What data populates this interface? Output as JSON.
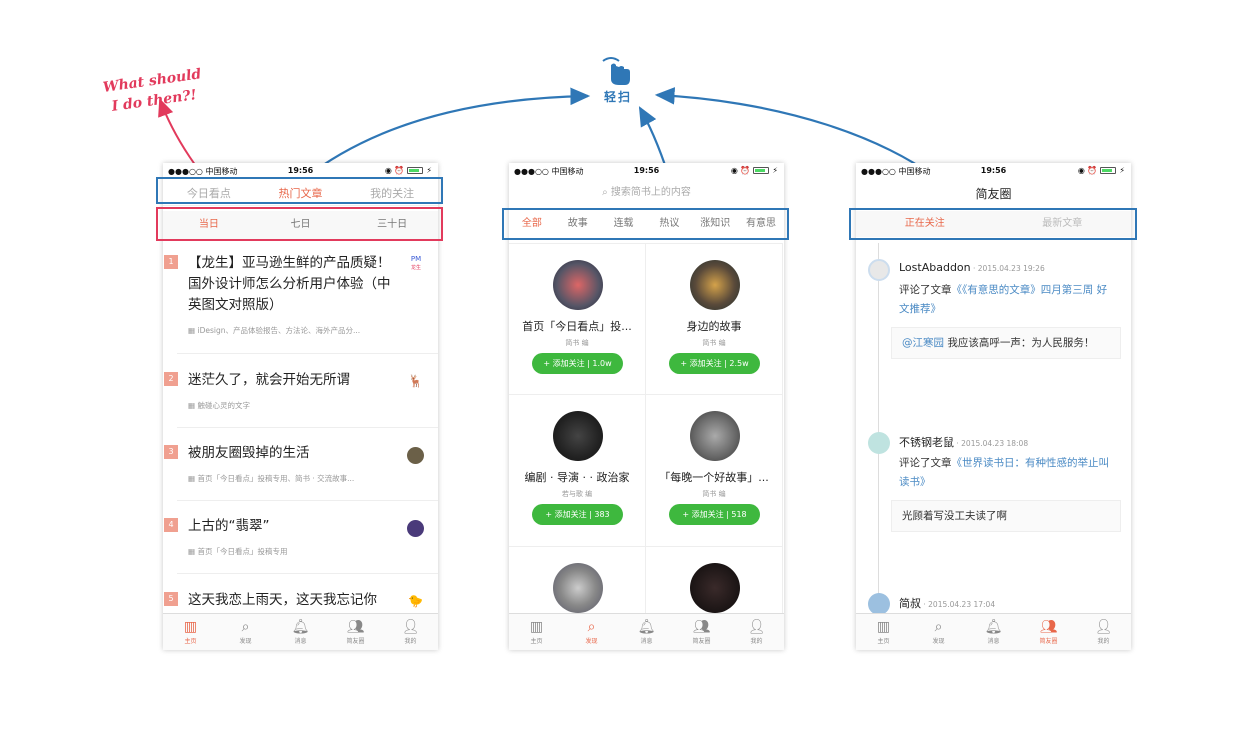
{
  "status": {
    "carrier": "●●●○○ 中国移动",
    "time": "19:56"
  },
  "annotation": {
    "swipe_label": "轻扫",
    "question_line1": "What should",
    "question_line2": "I do then?!"
  },
  "tabbar": [
    "主页",
    "发现",
    "消息",
    "简友圈",
    "我的"
  ],
  "phone1": {
    "tabs": [
      "今日看点",
      "热门文章",
      "我的关注"
    ],
    "subtabs": [
      "当日",
      "七日",
      "三十日"
    ],
    "articles": [
      {
        "num": "1",
        "title": "【龙生】亚马逊生鲜的产品质疑！国外设计师怎么分析用户体验（中英图文对照版）",
        "meta": "iDesign、产品体验报告、方法论、海外产品分...",
        "thumb": "PM\n龙生"
      },
      {
        "num": "2",
        "title": "迷茫久了，就会开始无所谓",
        "meta": "触碰心灵的文字"
      },
      {
        "num": "3",
        "title": "被朋友圈毁掉的生活",
        "meta": "首页「今日看点」投稿专用、简书 · 交流故事..."
      },
      {
        "num": "4",
        "title": "上古的“翡翠”",
        "meta": "首页「今日看点」投稿专用"
      },
      {
        "num": "5",
        "title": "这天我恋上雨天，这天我忘记你",
        "meta": ""
      }
    ]
  },
  "phone2": {
    "search_placeholder": "搜索简书上的内容",
    "categories": [
      "全部",
      "故事",
      "连载",
      "热议",
      "涨知识",
      "有意思"
    ],
    "collections": [
      {
        "name": "首页「今日看点」投...",
        "by": "简书 编",
        "btn": "+ 添加关注 | 1.0w"
      },
      {
        "name": "身边的故事",
        "by": "简书 编",
        "btn": "+ 添加关注 | 2.5w"
      },
      {
        "name": "编剧 · 导演 · · 政治家",
        "by": "若与歌 编",
        "btn": "+ 添加关注 | 383"
      },
      {
        "name": "「每晚一个好故事」...",
        "by": "简书 编",
        "btn": "+ 添加关注 | 518"
      }
    ]
  },
  "phone3": {
    "title": "简友圈",
    "tabs": [
      "正在关注",
      "最新文章"
    ],
    "feed": [
      {
        "user": "LostAbaddon",
        "time": " · 2015.04.23 19:26",
        "action": "评论了文章",
        "link": "《《有意思的文章》四月第三周 好文推荐》",
        "mention": "@江寒园",
        "quote": " 我应该高呼一声：为人民服务！"
      },
      {
        "user": "不锈钢老鼠",
        "time": " · 2015.04.23 18:08",
        "action": "评论了文章",
        "link": "《世界读书日：有种性感的举止叫读书》",
        "mention": "",
        "quote": "光顾着写没工夫读了啊"
      },
      {
        "user": "简叔",
        "time": " · 2015.04.23 17:04"
      }
    ]
  },
  "colors": {
    "accent": "#e8674a",
    "blue": "#2f77b6",
    "red": "#e23a5c",
    "green": "#3eb83e"
  }
}
